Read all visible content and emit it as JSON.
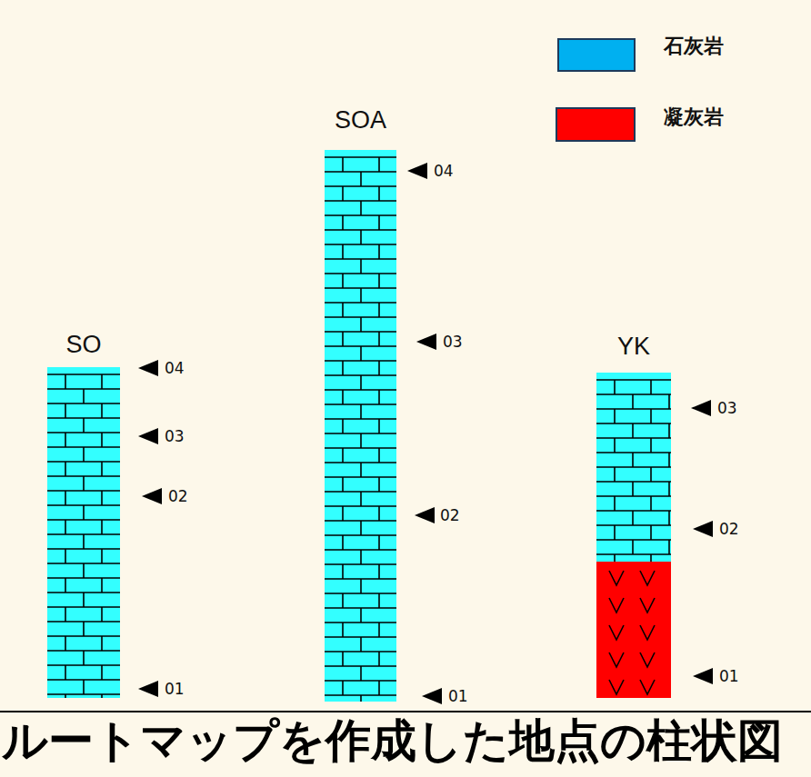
{
  "diagram": {
    "caption": "ルートマップを作成した地点の柱状図",
    "nodes": [
      {
        "text": [
          "SO"
        ]
      },
      {
        "text": [
          "SOA"
        ]
      },
      {
        "text": [
          "YK"
        ]
      }
    ],
    "labels": [
      "04",
      "03",
      "02",
      "01",
      "04",
      "03",
      "02",
      "01",
      "03",
      "02",
      "01"
    ],
    "legend": [
      {
        "text": "石灰岩",
        "color": "#00b0f0"
      },
      {
        "text": "凝灰岩",
        "color": "#ff0000"
      }
    ]
  }
}
